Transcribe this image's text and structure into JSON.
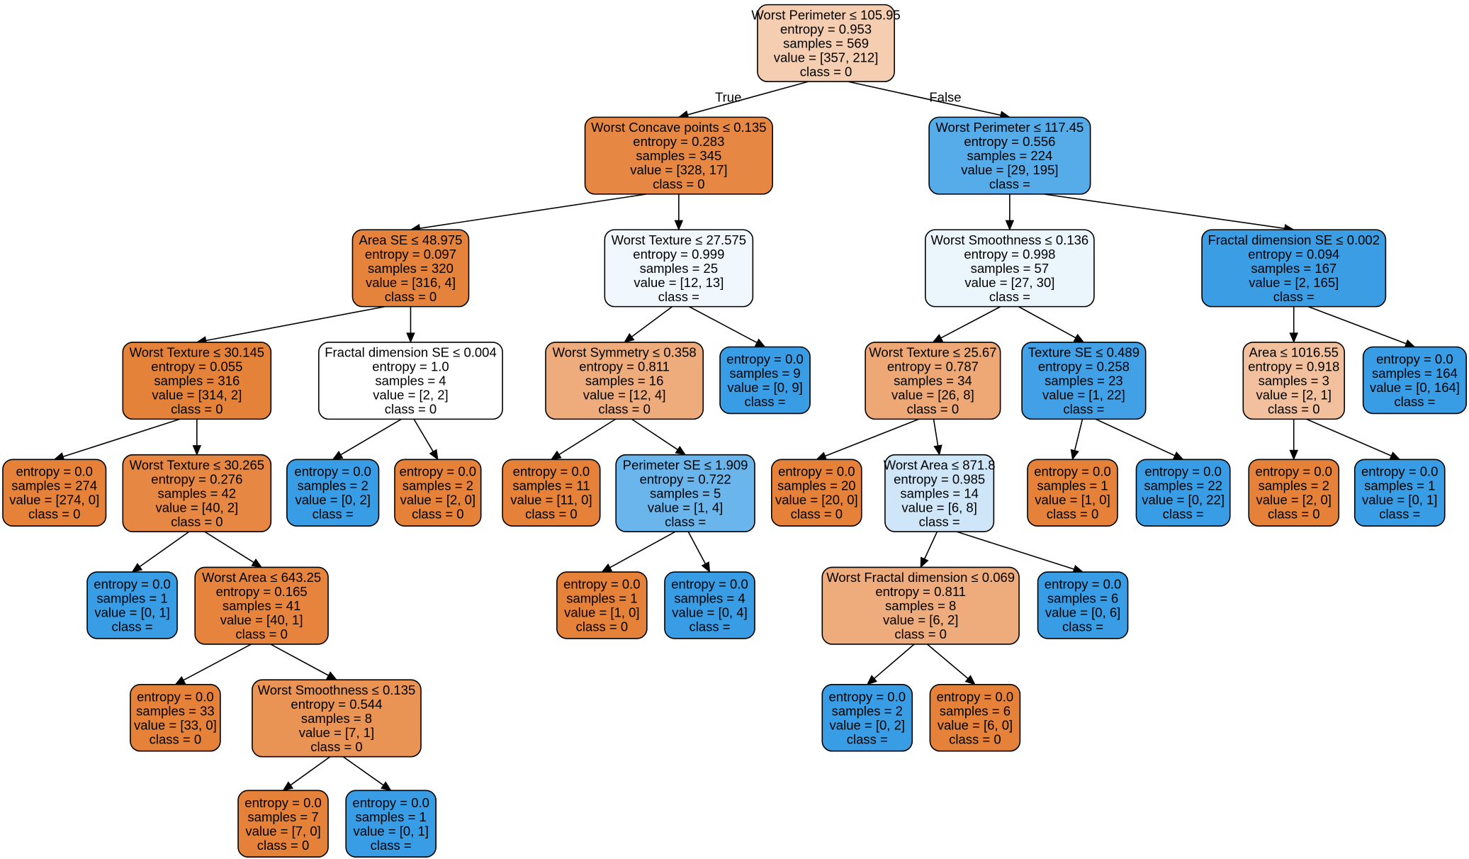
{
  "nodes": [
    {
      "id": "n0",
      "lines": [
        "Worst Perimeter ≤ 105.95",
        "entropy = 0.953",
        "samples = 569",
        "value = [357, 212]",
        "class = 0"
      ],
      "fill": "#f5cdb0"
    },
    {
      "id": "n1",
      "lines": [
        "Worst Concave points ≤ 0.135",
        "entropy = 0.283",
        "samples = 345",
        "value = [328, 17]",
        "class = 0"
      ],
      "fill": "#e68844"
    },
    {
      "id": "n2",
      "lines": [
        "Area SE ≤ 48.975",
        "entropy = 0.097",
        "samples = 320",
        "value = [316, 4]",
        "class = 0"
      ],
      "fill": "#e5833c"
    },
    {
      "id": "n3",
      "lines": [
        "Worst Texture ≤ 30.145",
        "entropy = 0.055",
        "samples = 316",
        "value = [314, 2]",
        "class = 0"
      ],
      "fill": "#e5823a"
    },
    {
      "id": "n4",
      "lines": [
        "entropy = 0.0",
        "samples = 274",
        "value = [274, 0]",
        "class = 0"
      ],
      "fill": "#e58139"
    },
    {
      "id": "n5",
      "lines": [
        "Worst Texture ≤ 30.265",
        "entropy = 0.276",
        "samples = 42",
        "value = [40, 2]",
        "class = 0"
      ],
      "fill": "#e68743"
    },
    {
      "id": "n6",
      "lines": [
        "entropy = 0.0",
        "samples = 1",
        "value = [0, 1]",
        "class ="
      ],
      "fill": "#399de5"
    },
    {
      "id": "n7",
      "lines": [
        "Worst Area ≤ 643.25",
        "entropy = 0.165",
        "samples = 41",
        "value = [40, 1]",
        "class = 0"
      ],
      "fill": "#e6843e"
    },
    {
      "id": "n8",
      "lines": [
        "entropy = 0.0",
        "samples = 33",
        "value = [33, 0]",
        "class = 0"
      ],
      "fill": "#e58139"
    },
    {
      "id": "n9",
      "lines": [
        "Worst Smoothness ≤ 0.135",
        "entropy = 0.544",
        "samples = 8",
        "value = [7, 1]",
        "class = 0"
      ],
      "fill": "#e99355"
    },
    {
      "id": "n10",
      "lines": [
        "entropy = 0.0",
        "samples = 7",
        "value = [7, 0]",
        "class = 0"
      ],
      "fill": "#e58139"
    },
    {
      "id": "n11",
      "lines": [
        "entropy = 0.0",
        "samples = 1",
        "value = [0, 1]",
        "class ="
      ],
      "fill": "#399de5"
    },
    {
      "id": "n12",
      "lines": [
        "Fractal dimension SE ≤ 0.004",
        "entropy = 1.0",
        "samples = 4",
        "value = [2, 2]",
        "class = 0"
      ],
      "fill": "#ffffff"
    },
    {
      "id": "n13",
      "lines": [
        "entropy = 0.0",
        "samples = 2",
        "value = [0, 2]",
        "class ="
      ],
      "fill": "#399de5"
    },
    {
      "id": "n14",
      "lines": [
        "entropy = 0.0",
        "samples = 2",
        "value = [2, 0]",
        "class = 0"
      ],
      "fill": "#e58139"
    },
    {
      "id": "n15",
      "lines": [
        "Worst Texture ≤ 27.575",
        "entropy = 0.999",
        "samples = 25",
        "value = [12, 13]",
        "class ="
      ],
      "fill": "#f0f7fd"
    },
    {
      "id": "n16",
      "lines": [
        "Worst Symmetry ≤ 0.358",
        "entropy = 0.811",
        "samples = 16",
        "value = [12, 4]",
        "class = 0"
      ],
      "fill": "#eeab7b"
    },
    {
      "id": "n17",
      "lines": [
        "entropy = 0.0",
        "samples = 11",
        "value = [11, 0]",
        "class = 0"
      ],
      "fill": "#e58139"
    },
    {
      "id": "n18",
      "lines": [
        "Perimeter SE ≤ 1.909",
        "entropy = 0.722",
        "samples = 5",
        "value = [1, 4]",
        "class ="
      ],
      "fill": "#6ab6ec"
    },
    {
      "id": "n19",
      "lines": [
        "entropy = 0.0",
        "samples = 1",
        "value = [1, 0]",
        "class = 0"
      ],
      "fill": "#e58139"
    },
    {
      "id": "n20",
      "lines": [
        "entropy = 0.0",
        "samples = 4",
        "value = [0, 4]",
        "class ="
      ],
      "fill": "#399de5"
    },
    {
      "id": "n21",
      "lines": [
        "entropy = 0.0",
        "samples = 9",
        "value = [0, 9]",
        "class ="
      ],
      "fill": "#399de5"
    },
    {
      "id": "n22",
      "lines": [
        "Worst Perimeter ≤ 117.45",
        "entropy = 0.556",
        "samples = 224",
        "value = [29, 195]",
        "class ="
      ],
      "fill": "#56ace9"
    },
    {
      "id": "n23",
      "lines": [
        "Worst Smoothness ≤ 0.136",
        "entropy = 0.998",
        "samples = 57",
        "value = [27, 30]",
        "class ="
      ],
      "fill": "#ebf5fc"
    },
    {
      "id": "n24",
      "lines": [
        "Worst Texture ≤ 25.67",
        "entropy = 0.787",
        "samples = 34",
        "value = [26, 8]",
        "class = 0"
      ],
      "fill": "#eda876"
    },
    {
      "id": "n25",
      "lines": [
        "entropy = 0.0",
        "samples = 20",
        "value = [20, 0]",
        "class = 0"
      ],
      "fill": "#e58139"
    },
    {
      "id": "n26",
      "lines": [
        "Worst Area ≤ 871.8",
        "entropy = 0.985",
        "samples = 14",
        "value = [6, 8]",
        "class ="
      ],
      "fill": "#cee6f8"
    },
    {
      "id": "n27",
      "lines": [
        "Worst Fractal dimension ≤ 0.069",
        "entropy = 0.811",
        "samples = 8",
        "value = [6, 2]",
        "class = 0"
      ],
      "fill": "#eeab7b"
    },
    {
      "id": "n28",
      "lines": [
        "entropy = 0.0",
        "samples = 2",
        "value = [0, 2]",
        "class ="
      ],
      "fill": "#399de5"
    },
    {
      "id": "n29",
      "lines": [
        "entropy = 0.0",
        "samples = 6",
        "value = [6, 0]",
        "class = 0"
      ],
      "fill": "#e58139"
    },
    {
      "id": "n30",
      "lines": [
        "entropy = 0.0",
        "samples = 6",
        "value = [0, 6]",
        "class ="
      ],
      "fill": "#399de5"
    },
    {
      "id": "n31",
      "lines": [
        "Texture SE ≤ 0.489",
        "entropy = 0.258",
        "samples = 23",
        "value = [1, 22]",
        "class ="
      ],
      "fill": "#42a1e6"
    },
    {
      "id": "n32",
      "lines": [
        "entropy = 0.0",
        "samples = 1",
        "value = [1, 0]",
        "class = 0"
      ],
      "fill": "#e58139"
    },
    {
      "id": "n33",
      "lines": [
        "entropy = 0.0",
        "samples = 22",
        "value = [0, 22]",
        "class ="
      ],
      "fill": "#399de5"
    },
    {
      "id": "n34",
      "lines": [
        "Fractal dimension SE ≤ 0.002",
        "entropy = 0.094",
        "samples = 167",
        "value = [2, 165]",
        "class ="
      ],
      "fill": "#3b9ee5"
    },
    {
      "id": "n35",
      "lines": [
        "Area ≤ 1016.55",
        "entropy = 0.918",
        "samples = 3",
        "value = [2, 1]",
        "class = 0"
      ],
      "fill": "#f2c09c"
    },
    {
      "id": "n36",
      "lines": [
        "entropy = 0.0",
        "samples = 2",
        "value = [2, 0]",
        "class = 0"
      ],
      "fill": "#e58139"
    },
    {
      "id": "n37",
      "lines": [
        "entropy = 0.0",
        "samples = 1",
        "value = [0, 1]",
        "class ="
      ],
      "fill": "#399de5"
    },
    {
      "id": "n38",
      "lines": [
        "entropy = 0.0",
        "samples = 164",
        "value = [0, 164]",
        "class ="
      ],
      "fill": "#399de5"
    }
  ],
  "edges": [
    {
      "from": "n0",
      "to": "n1",
      "label": "True"
    },
    {
      "from": "n0",
      "to": "n22",
      "label": "False"
    },
    {
      "from": "n1",
      "to": "n2"
    },
    {
      "from": "n1",
      "to": "n15"
    },
    {
      "from": "n2",
      "to": "n3"
    },
    {
      "from": "n2",
      "to": "n12"
    },
    {
      "from": "n3",
      "to": "n4"
    },
    {
      "from": "n3",
      "to": "n5"
    },
    {
      "from": "n5",
      "to": "n6"
    },
    {
      "from": "n5",
      "to": "n7"
    },
    {
      "from": "n7",
      "to": "n8"
    },
    {
      "from": "n7",
      "to": "n9"
    },
    {
      "from": "n9",
      "to": "n10"
    },
    {
      "from": "n9",
      "to": "n11"
    },
    {
      "from": "n12",
      "to": "n13"
    },
    {
      "from": "n12",
      "to": "n14"
    },
    {
      "from": "n15",
      "to": "n16"
    },
    {
      "from": "n15",
      "to": "n21"
    },
    {
      "from": "n16",
      "to": "n17"
    },
    {
      "from": "n16",
      "to": "n18"
    },
    {
      "from": "n18",
      "to": "n19"
    },
    {
      "from": "n18",
      "to": "n20"
    },
    {
      "from": "n22",
      "to": "n23"
    },
    {
      "from": "n22",
      "to": "n34"
    },
    {
      "from": "n23",
      "to": "n24"
    },
    {
      "from": "n23",
      "to": "n31"
    },
    {
      "from": "n24",
      "to": "n25"
    },
    {
      "from": "n24",
      "to": "n26"
    },
    {
      "from": "n26",
      "to": "n27"
    },
    {
      "from": "n26",
      "to": "n30"
    },
    {
      "from": "n27",
      "to": "n28"
    },
    {
      "from": "n27",
      "to": "n29"
    },
    {
      "from": "n31",
      "to": "n32"
    },
    {
      "from": "n31",
      "to": "n33"
    },
    {
      "from": "n34",
      "to": "n35"
    },
    {
      "from": "n34",
      "to": "n38"
    },
    {
      "from": "n35",
      "to": "n36"
    },
    {
      "from": "n35",
      "to": "n37"
    }
  ]
}
